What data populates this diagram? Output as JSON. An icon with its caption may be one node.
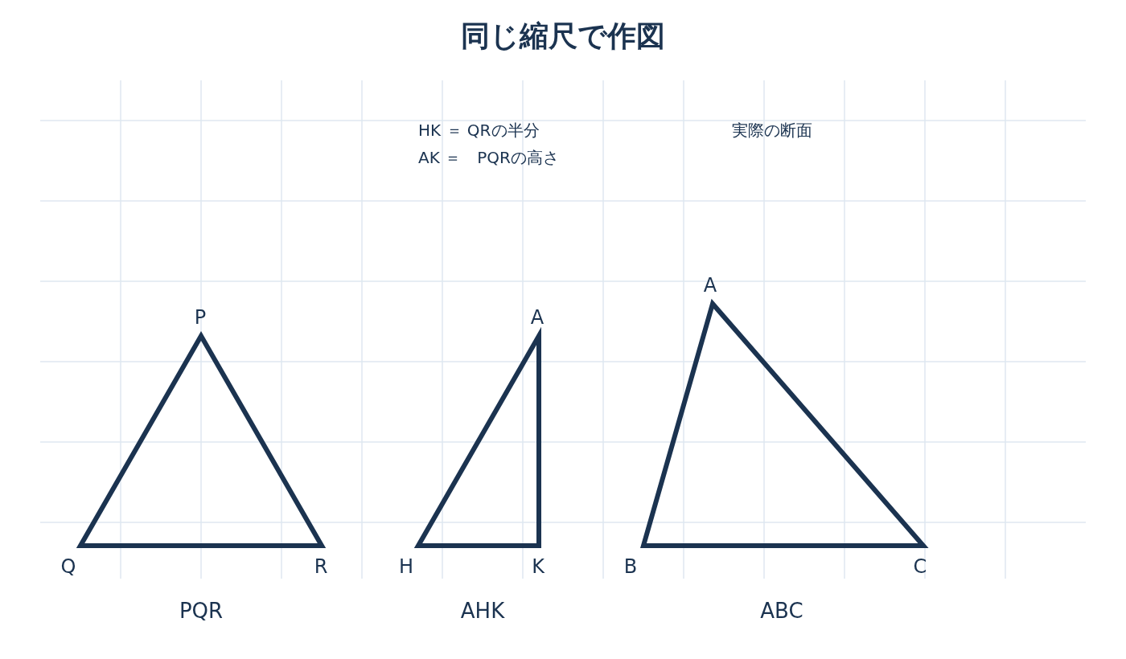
{
  "diagram": {
    "title": "同じ縮尺で作図",
    "labels": [
      "HK ＝ QRの半分",
      "実際の断面",
      "AK ＝　PQRの高さ",
      "A",
      "P",
      "A",
      "Q",
      "R",
      "H",
      "K",
      "B",
      "C",
      "PQR",
      "AHK",
      "ABC"
    ]
  }
}
